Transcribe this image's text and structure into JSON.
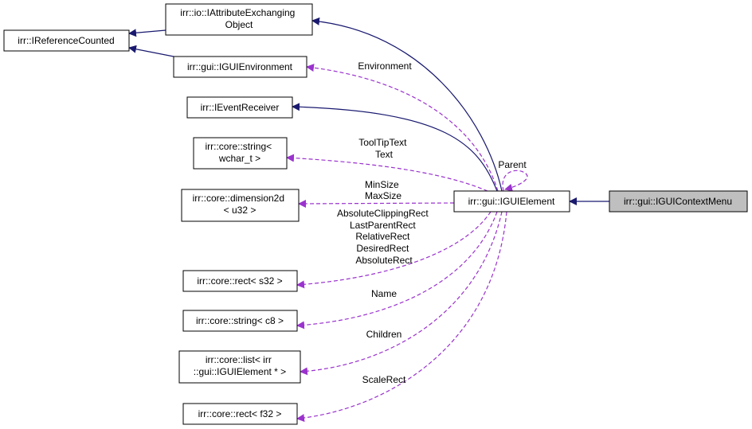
{
  "nodes": {
    "iattribute": [
      "irr::io::IAttributeExchanging",
      "Object"
    ],
    "ireference": [
      "irr::IReferenceCounted"
    ],
    "iguienv": [
      "irr::gui::IGUIEnvironment"
    ],
    "ievent": [
      "irr::IEventReceiver"
    ],
    "wstring": [
      "irr::core::string<",
      "wchar_t >"
    ],
    "dimension": [
      "irr::core::dimension2d",
      "< u32 >"
    ],
    "rects32": [
      "irr::core::rect< s32 >"
    ],
    "stringc8": [
      "irr::core::string< c8 >"
    ],
    "list": [
      "irr::core::list< irr",
      "::gui::IGUIElement * >"
    ],
    "rectf32": [
      "irr::core::rect< f32 >"
    ],
    "element": [
      "irr::gui::IGUIElement"
    ],
    "contextmenu": [
      "irr::gui::IGUIContextMenu"
    ]
  },
  "edge_labels": {
    "environment": [
      "Environment"
    ],
    "tooltip": [
      "ToolTipText",
      "Text"
    ],
    "parent": [
      "Parent"
    ],
    "minmax": [
      "MinSize",
      "MaxSize"
    ],
    "rects": [
      "AbsoluteClippingRect",
      "LastParentRect",
      "RelativeRect",
      "DesiredRect",
      "AbsoluteRect"
    ],
    "name": [
      "Name"
    ],
    "children": [
      "Children"
    ],
    "scalerect": [
      "ScaleRect"
    ]
  },
  "colors": {
    "inheritance_edge": "#191970",
    "usage_edge": "#9a32cd",
    "focus_fill": "#bfbfbf"
  }
}
